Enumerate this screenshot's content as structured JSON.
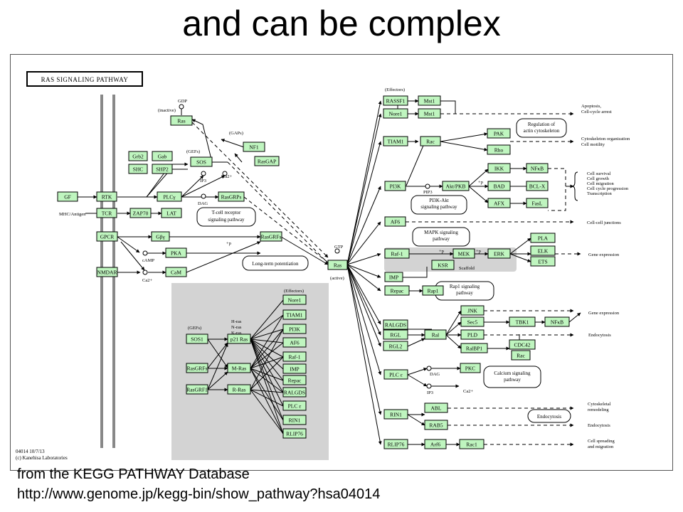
{
  "slide": {
    "title": "and can be complex",
    "footer_source": "from the KEGG PATHWAY Database",
    "footer_url": "http://www.genome.jp/kegg-bin/show_pathway?hsa04014"
  },
  "colors": {
    "gene_fill": "#bff5bf",
    "panel": "#d3d3d3",
    "line": "#000000"
  },
  "pathway": {
    "header": "RAS SIGNALING PATHWAY",
    "footer_date": "04014 10/7/13",
    "footer_copyright": "(c) Kanehisa Laboratories",
    "genes": [
      {
        "label": "Ras"
      },
      {
        "label": "NF1"
      },
      {
        "label": "RasGAP"
      },
      {
        "label": "Grb2"
      },
      {
        "label": "Gab"
      },
      {
        "label": "SOS"
      },
      {
        "label": "SHC"
      },
      {
        "label": "SHP2"
      },
      {
        "label": "GF"
      },
      {
        "label": "RTK"
      },
      {
        "label": "PLCγ"
      },
      {
        "label": "RasGRPs"
      },
      {
        "label": "TCR"
      },
      {
        "label": "ZAP70"
      },
      {
        "label": "LAT"
      },
      {
        "label": "GPCR"
      },
      {
        "label": "Gβγ"
      },
      {
        "label": "RasGRFs"
      },
      {
        "label": "PKA"
      },
      {
        "label": "NMDAR"
      },
      {
        "label": "CaM"
      },
      {
        "label": "Ras"
      },
      {
        "label": "RASSF1"
      },
      {
        "label": "Mst1"
      },
      {
        "label": "Nore1"
      },
      {
        "label": "Mst1"
      },
      {
        "label": "TIAM1"
      },
      {
        "label": "Rac"
      },
      {
        "label": "PAK"
      },
      {
        "label": "Rho"
      },
      {
        "label": "PI3K"
      },
      {
        "label": "Akt/PKB"
      },
      {
        "label": "IKK"
      },
      {
        "label": "NFκB"
      },
      {
        "label": "BAD"
      },
      {
        "label": "BCL-X"
      },
      {
        "label": "AFX"
      },
      {
        "label": "FasL"
      },
      {
        "label": "AF6"
      },
      {
        "label": "Raf-1"
      },
      {
        "label": "MEK"
      },
      {
        "label": "ERK"
      },
      {
        "label": "KSR"
      },
      {
        "label": "PLA"
      },
      {
        "label": "ELK"
      },
      {
        "label": "ETS"
      },
      {
        "label": "IMP"
      },
      {
        "label": "Repac"
      },
      {
        "label": "Rap1"
      },
      {
        "label": "JNK"
      },
      {
        "label": "RALGDS"
      },
      {
        "label": "RGL"
      },
      {
        "label": "Sec5"
      },
      {
        "label": "TBK1"
      },
      {
        "label": "NFκB"
      },
      {
        "label": "RGL2"
      },
      {
        "label": "Ral"
      },
      {
        "label": "PLD"
      },
      {
        "label": "RalBP1"
      },
      {
        "label": "CDC42"
      },
      {
        "label": "Rac"
      },
      {
        "label": "PLC ε"
      },
      {
        "label": "PKC"
      },
      {
        "label": "RIN1"
      },
      {
        "label": "ABL"
      },
      {
        "label": "RAB5"
      },
      {
        "label": "RLIP76"
      },
      {
        "label": "Arf6"
      },
      {
        "label": "Rac1"
      },
      {
        "label": "SOS1"
      },
      {
        "label": "p21 Ras"
      },
      {
        "label": "RasGRFs"
      },
      {
        "label": "M-Ras"
      },
      {
        "label": "RasGRF1"
      },
      {
        "label": "R-Ras"
      },
      {
        "label": "Nore1"
      },
      {
        "label": "TIAM1"
      },
      {
        "label": "PI3K"
      },
      {
        "label": "AF6"
      },
      {
        "label": "Raf-1"
      },
      {
        "label": "IMP"
      },
      {
        "label": "Repac"
      },
      {
        "label": "RALGDS"
      },
      {
        "label": "PLC ε"
      },
      {
        "label": "RIN1"
      },
      {
        "label": "RLIP76"
      }
    ],
    "maps": [
      {
        "label": "T-cell receptor"
      },
      {
        "label": "signaling pathway"
      },
      {
        "label": "Long-term potentiation"
      },
      {
        "label": "Regulation of"
      },
      {
        "label": "actin cytoskeleton"
      },
      {
        "label": "PI3K-Akt"
      },
      {
        "label": "signaling pathway"
      },
      {
        "label": "MAPK signaling"
      },
      {
        "label": "pathway"
      },
      {
        "label": "Rap1 signaling"
      },
      {
        "label": "pathway"
      },
      {
        "label": "Calcium signaling"
      },
      {
        "label": "pathway"
      },
      {
        "label": "Endocytosis"
      }
    ],
    "labels": [
      {
        "text": "GDP"
      },
      {
        "text": "(inactive)"
      },
      {
        "text": "(GAPs)"
      },
      {
        "text": "(GEFs)"
      },
      {
        "text": "IP3"
      },
      {
        "text": "Ca2+"
      },
      {
        "text": "DAG"
      },
      {
        "text": "MHC/Antigen"
      },
      {
        "text": "cAMP"
      },
      {
        "text": "Ca2+"
      },
      {
        "text": "+p"
      },
      {
        "text": "GTP"
      },
      {
        "text": "(active)"
      },
      {
        "text": "(Effectors)"
      },
      {
        "text": "PIP3"
      },
      {
        "text": "+p"
      },
      {
        "text": "+p"
      },
      {
        "text": "+p"
      },
      {
        "text": "Scaffold"
      },
      {
        "text": "DAG"
      },
      {
        "text": "IP3"
      },
      {
        "text": "Ca2+"
      },
      {
        "text": "H-ras"
      },
      {
        "text": "N-ras"
      },
      {
        "text": "K-ras"
      },
      {
        "text": "(GEFs)"
      },
      {
        "text": "(Effectors)"
      }
    ],
    "outputs": [
      {
        "text": "Apoptosis,"
      },
      {
        "text": "Cell-cycle arrest"
      },
      {
        "text": "Cytoskeleton organization"
      },
      {
        "text": "Cell motility"
      },
      {
        "text": "Cell survival"
      },
      {
        "text": "Cell growth"
      },
      {
        "text": "Cell migration"
      },
      {
        "text": "Cell cycle progression"
      },
      {
        "text": "Transcription"
      },
      {
        "text": "Cell-cell junctions"
      },
      {
        "text": "Gene expression"
      },
      {
        "text": "Gene expression"
      },
      {
        "text": "Endocytosis"
      },
      {
        "text": "Cytoskeletal"
      },
      {
        "text": "remodeling"
      },
      {
        "text": "Endocytosis"
      },
      {
        "text": "Cell spreading"
      },
      {
        "text": "and migration"
      }
    ]
  }
}
